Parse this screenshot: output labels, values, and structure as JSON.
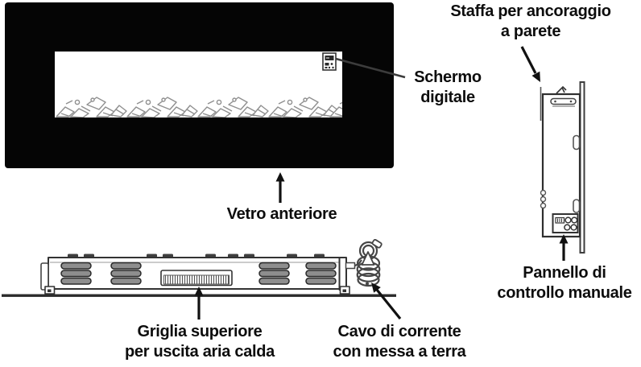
{
  "labels": {
    "wall_bracket": {
      "line1": "Staffa per ancoraggio",
      "line2": "a parete"
    },
    "digital_screen": {
      "line1": "Schermo",
      "line2": "digitale"
    },
    "front_glass": {
      "line1": "Vetro anteriore"
    },
    "top_grille": {
      "line1": "Griglia superiore",
      "line2": "per uscita aria calda"
    },
    "power_cord": {
      "line1": "Cavo di corrente",
      "line2": "con messa a terra"
    },
    "control_panel": {
      "line1": "Pannello di",
      "line2": "controllo manuale"
    }
  },
  "icons": {
    "digital_display": "digital-display-icon"
  },
  "colors": {
    "front_panel": "#050505",
    "linework": "#333333",
    "vent_fill": "#8e8e8e",
    "label_text": "#0d0d0d",
    "log_outline": "#8f8f8f",
    "background": "#ffffff"
  }
}
